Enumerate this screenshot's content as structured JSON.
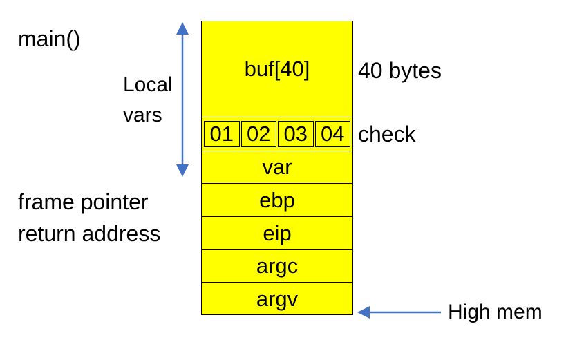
{
  "function_label": "main()",
  "local_vars_label": [
    "Local",
    "vars"
  ],
  "left_labels": {
    "frame_pointer": "frame pointer",
    "return_address": "return address"
  },
  "right_labels": {
    "buf_size": "40 bytes",
    "check": "check",
    "high_mem": "High mem"
  },
  "stack": {
    "buf": "buf[40]",
    "check_bytes": [
      "01",
      "02",
      "03",
      "04"
    ],
    "var": "var",
    "ebp": "ebp",
    "eip": "eip",
    "argc": "argc",
    "argv": "argv"
  },
  "colors": {
    "cell_fill": "#ffff00",
    "arrow": "#4472c4",
    "border": "#000000"
  }
}
